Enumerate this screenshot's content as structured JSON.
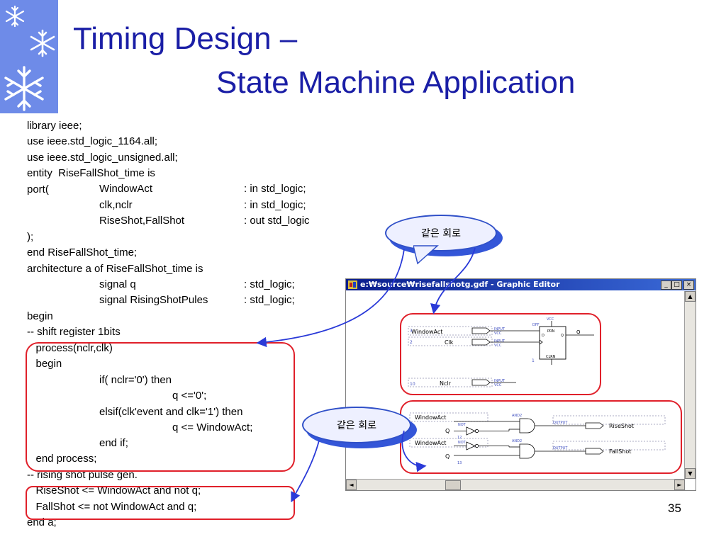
{
  "slide": {
    "title_line1": "Timing Design –",
    "title_line2": "State Machine Application",
    "page_number": "35"
  },
  "code_lines": [
    "library ieee;",
    "use ieee.std_logic_1164.all;",
    "use ieee.std_logic_unsigned.all;",
    "entity  RiseFallShot_time is",
    "port(",
    "",
    "",
    ");",
    "end RiseFallShot_time;",
    "architecture a of RiseFallShot_time is",
    "",
    "",
    "begin",
    "-- shift register 1bits",
    "   process(nclr,clk)",
    "   begin",
    "",
    "",
    "",
    "",
    "",
    "   end process;",
    "-- rising shot pulse gen.",
    "   RiseShot <= WindowAct and not q;",
    "   FallShot <= not WindowAct and q;",
    "end a;"
  ],
  "code_port_rows": [
    {
      "name": "WindowAct",
      "type": ": in std_logic;"
    },
    {
      "name": "clk,nclr",
      "type": ": in std_logic;"
    },
    {
      "name": "RiseShot,FallShot",
      "type": ": out std_logic"
    }
  ],
  "code_signal_rows": [
    {
      "name": "signal q",
      "type": ": std_logic;"
    },
    {
      "name": "signal RisingShotPules",
      "type": ": std_logic;"
    }
  ],
  "code_process_body": [
    "if( nclr='0') then",
    "q <='0';",
    "elsif(clk'event and clk='1') then",
    "q <= WindowAct;",
    "end if;"
  ],
  "callouts": {
    "top": "같은 회로",
    "bottom": "같은 회로"
  },
  "editor": {
    "title": "e:₩source₩risefallshotg.gdf - Graphic Editor",
    "buttons": {
      "minimize": "_",
      "maximize": "□",
      "close": "×"
    },
    "scroll_up": "▲",
    "scroll_down": "▼",
    "scroll_left": "◄",
    "scroll_right": "►",
    "upper": {
      "vcc": "VCC",
      "pin_window": "WindowAct",
      "pin_clk": "Clk",
      "pin_nclr": "Nclr",
      "input_label": "INPUT",
      "vcc_label": "VCC",
      "dff_label": "DFF",
      "prn": "PRN",
      "clrn": "CLRN",
      "d": "D",
      "q_pin": "Q",
      "q_out": "Q",
      "num_3": "3",
      "num_2": "2",
      "num_10": "10",
      "num_1": "1"
    },
    "lower": {
      "window1": "WindowAct",
      "window2": "WindowAct",
      "q1": "Q",
      "q2": "Q",
      "not_label": "NOT",
      "and_label": "AND2",
      "output_label": "OUTPUT",
      "out_rise": "RiseShot",
      "out_fall": "FallShot",
      "n12": "12",
      "n13": "13"
    }
  },
  "colors": {
    "title": "#1a1ea6",
    "sidebar": "#6e8be8",
    "highlight_box": "#e0202a",
    "arrow": "#2a3ad8"
  }
}
